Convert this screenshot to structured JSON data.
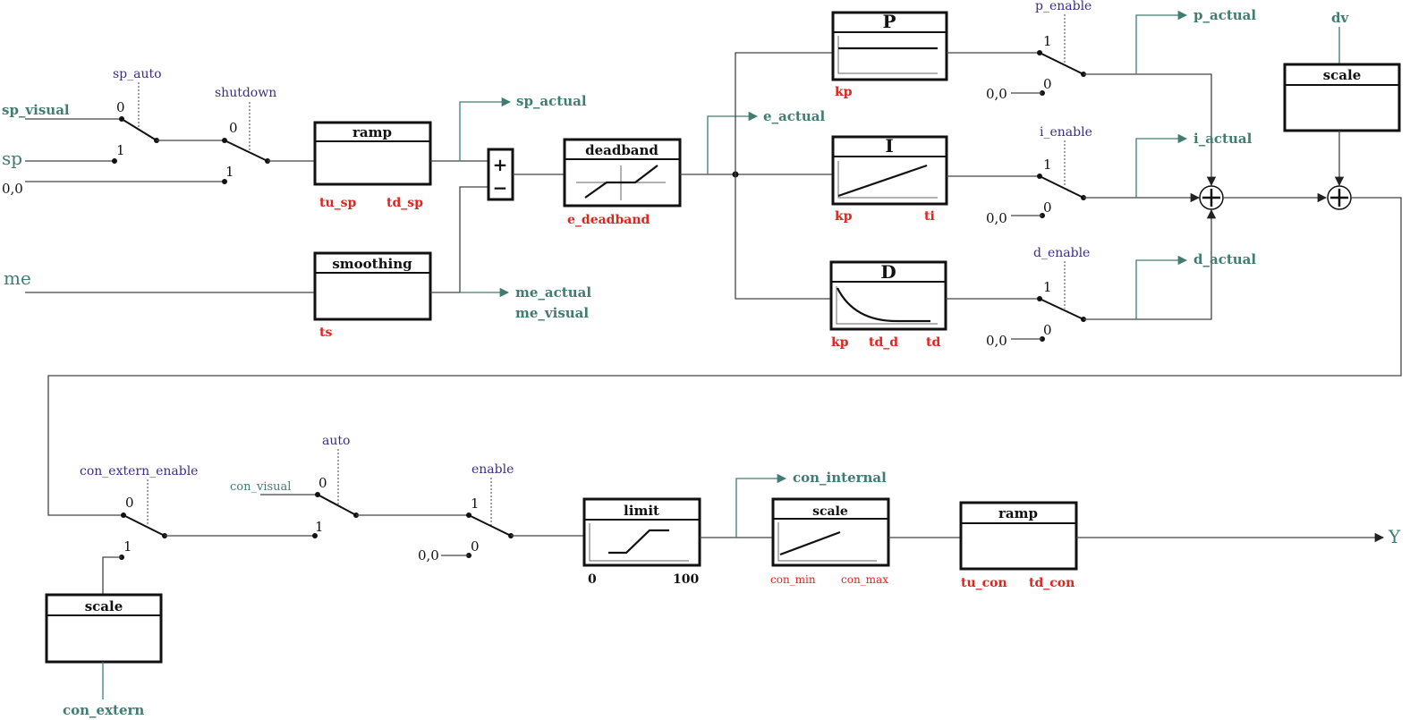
{
  "blocks": {
    "ramp_sp": "ramp",
    "smoothing": "smoothing",
    "sum_plus": "+",
    "sum_minus": "−",
    "deadband": "deadband",
    "p": "P",
    "i": "I",
    "d": "D",
    "scale_dv": "scale",
    "scale_con_extern": "scale",
    "limit": "limit",
    "scale_out": "scale",
    "ramp_out": "ramp"
  },
  "inputs": {
    "sp_visual": "sp_visual",
    "sp": "sp",
    "zero_sp": "0,0",
    "me": "me",
    "dv": "dv",
    "con_visual": "con_visual",
    "con_extern": "con_extern"
  },
  "outputs": {
    "sp_actual": "sp_actual",
    "e_actual": "e_actual",
    "p_actual": "p_actual",
    "i_actual": "i_actual",
    "d_actual": "d_actual",
    "me_actual": "me_actual",
    "me_visual": "me_visual",
    "con_internal": "con_internal",
    "y": "Y"
  },
  "switches": {
    "sp_auto": "sp_auto",
    "shutdown": "shutdown",
    "p_enable": "p_enable",
    "i_enable": "i_enable",
    "d_enable": "d_enable",
    "con_extern_enable": "con_extern_enable",
    "auto": "auto",
    "enable": "enable"
  },
  "params": {
    "tu_sp": "tu_sp",
    "td_sp": "td_sp",
    "ts": "ts",
    "e_deadband": "e_deadband",
    "kp_p": "kp",
    "kp_i": "kp",
    "ti": "ti",
    "kp_d": "kp",
    "td_d": "td_d",
    "td": "td",
    "con_min": "con_min",
    "con_max": "con_max",
    "tu_con": "tu_con",
    "td_con": "td_con"
  },
  "limit_range": {
    "min": "0",
    "max": "100"
  },
  "port_labels": {
    "zero": "0",
    "one": "1",
    "zero_value": "0,0"
  },
  "colors": {
    "signal": "#3f7d72",
    "parameter": "#e0241f",
    "switch_label": "#3b2e86",
    "line": "#444444"
  }
}
